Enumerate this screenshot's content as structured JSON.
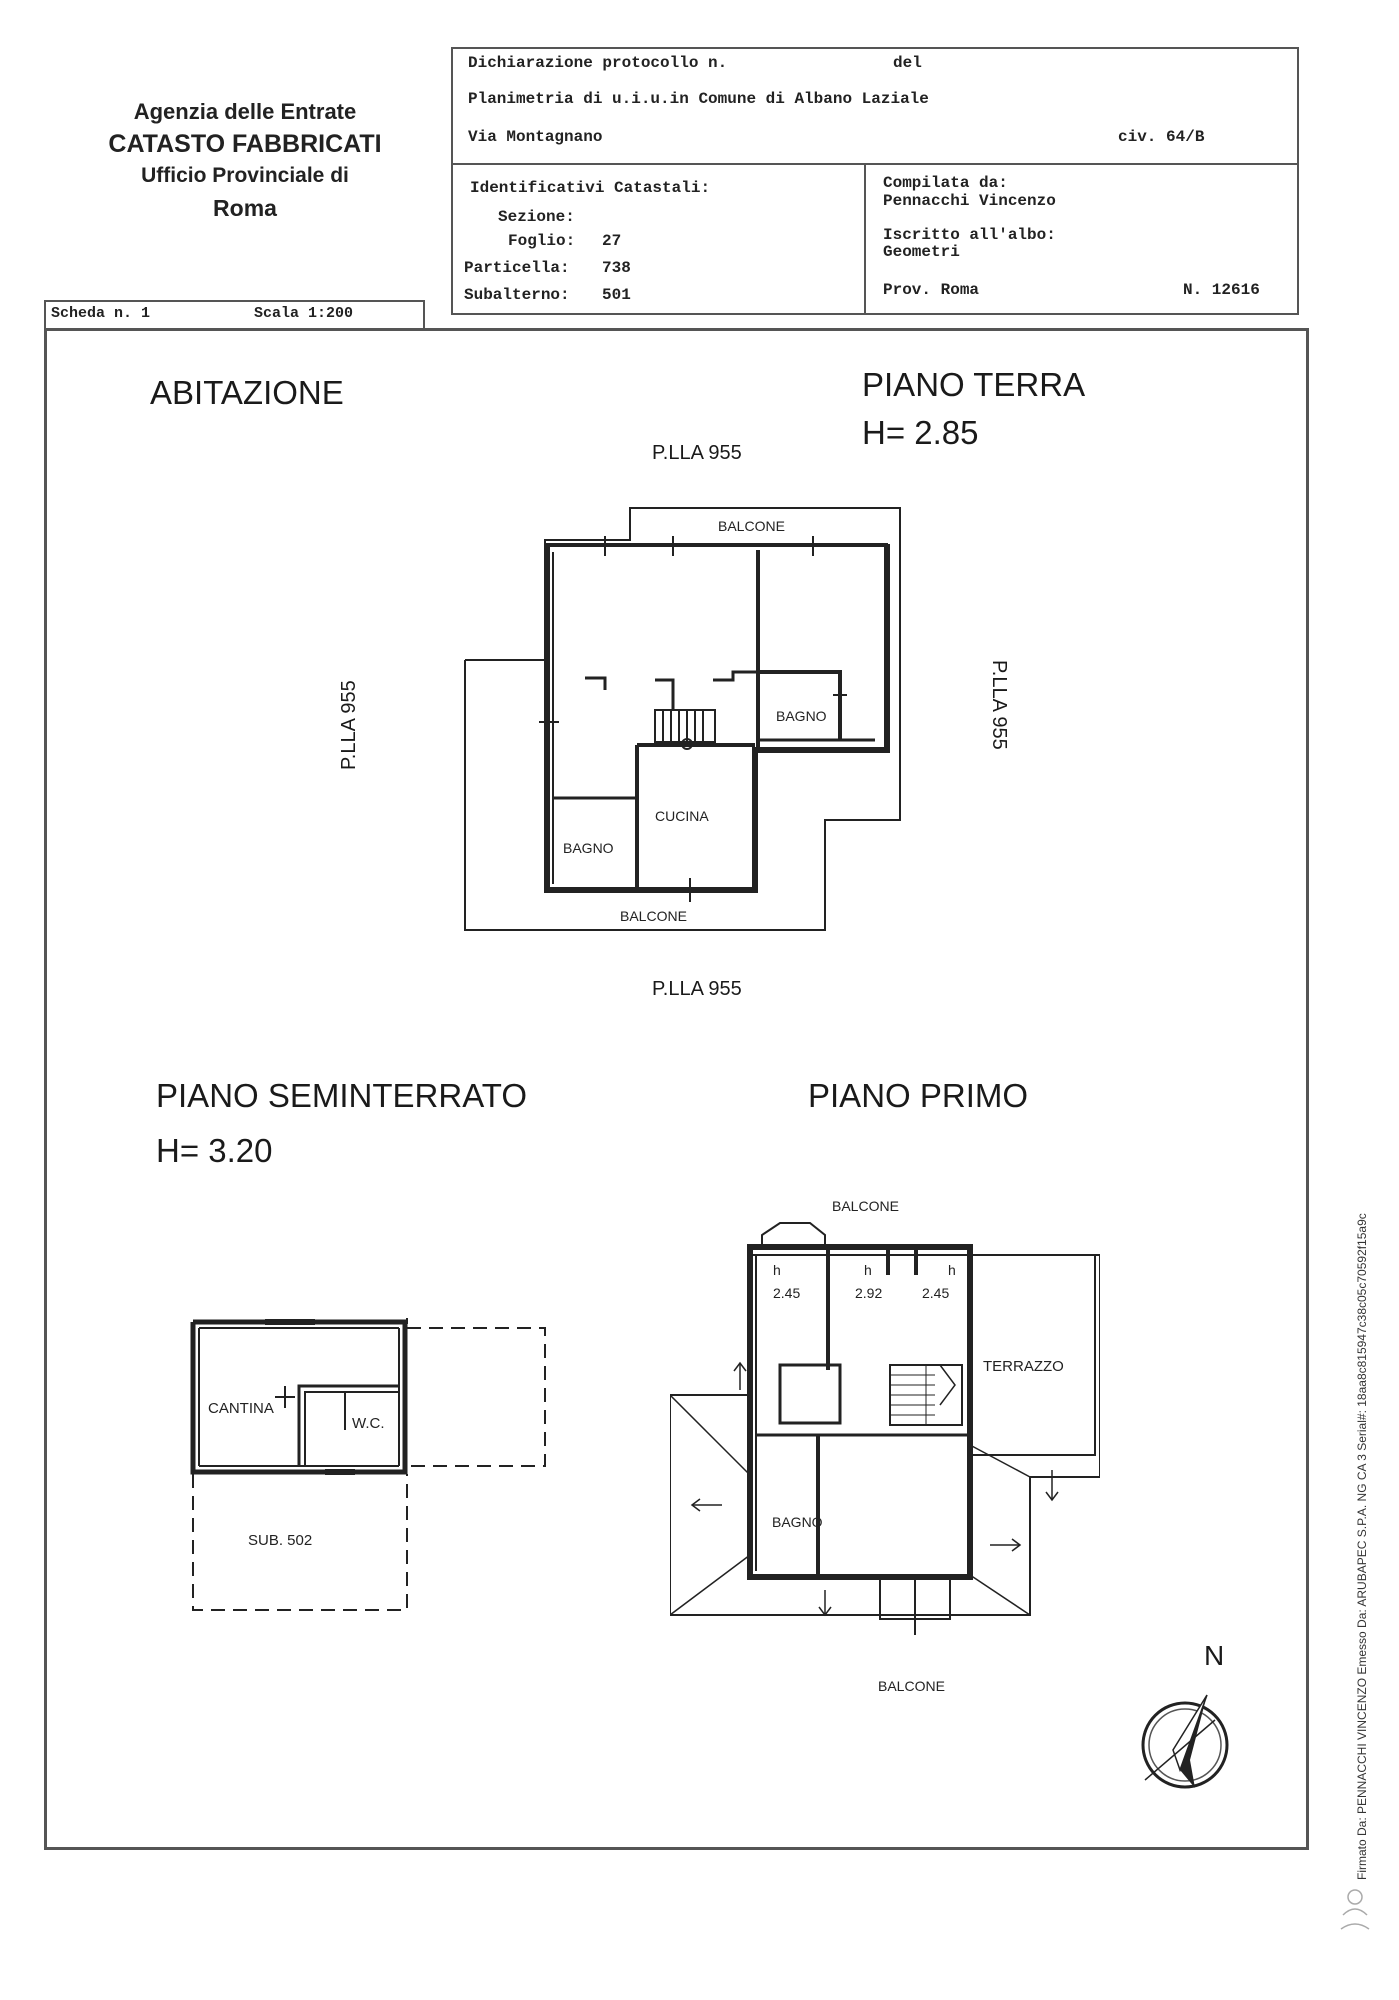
{
  "agency": {
    "line1": "Agenzia delle Entrate",
    "line2": "CATASTO FABBRICATI",
    "line3": "Ufficio Provinciale di",
    "line4": "Roma"
  },
  "header": {
    "protocol_label": "Dichiarazione protocollo n.",
    "del_label": "del",
    "planimetria": "Planimetria di u.i.u.in Comune di Albano Laziale",
    "address": "Via Montagnano",
    "civic": "civ. 64/B"
  },
  "identifiers": {
    "title": "Identificativi Catastali:",
    "sezione_label": "Sezione:",
    "sezione_value": "",
    "foglio_label": "Foglio:",
    "foglio_value": "27",
    "particella_label": "Particella:",
    "particella_value": "738",
    "subalterno_label": "Subalterno:",
    "subalterno_value": "501"
  },
  "compiler": {
    "compiled_label": "Compilata da:",
    "name": "Pennacchi Vincenzo",
    "albo_label": "Iscritto all'albo:",
    "albo_value": "Geometri",
    "prov_label": "Prov. Roma",
    "number": "N. 12616"
  },
  "scheda": {
    "label": "Scheda n. 1",
    "scale": "Scala 1:200"
  },
  "plan": {
    "title": "ABITAZIONE",
    "ground": {
      "title": "PIANO TERRA",
      "height": "H= 2.85",
      "plla_top": "P.LLA 955",
      "plla_left": "P.LLA 955",
      "plla_right": "P.LLA 955",
      "plla_bottom": "P.LLA 955",
      "balcone_top": "BALCONE",
      "bagno_right": "BAGNO",
      "cucina": "CUCINA",
      "bagno_left": "BAGNO",
      "balcone_bottom": "BALCONE"
    },
    "basement": {
      "title": "PIANO SEMINTERRATO",
      "height": "H= 3.20",
      "cantina": "CANTINA",
      "wc": "W.C.",
      "sub": "SUB. 502"
    },
    "first": {
      "title": "PIANO PRIMO",
      "balcone_top": "BALCONE",
      "h_label": "h",
      "h1": "2.45",
      "h2": "2.92",
      "h3": "2.45",
      "terrazzo": "TERRAZZO",
      "bagno": "BAGNO",
      "balcone_bottom": "BALCONE"
    },
    "north": "N"
  },
  "signature": "Firmato Da: PENNACCHI VINCENZO Emesso Da: ARUBAPEC S.P.A. NG CA 3 Serial#: 18aa8c815947c38c05c70592f15a9c"
}
